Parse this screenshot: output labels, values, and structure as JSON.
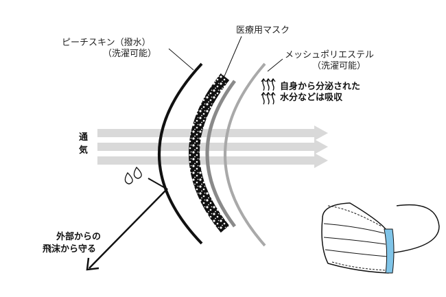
{
  "labels": {
    "peach_skin": {
      "line1": "ピーチスキン（撥水）",
      "line2": "（洗濯可能）"
    },
    "medical_mask": "医療用マスク",
    "mesh": {
      "line1": "メッシュポリエステル",
      "line2": "（洗濯可能）"
    },
    "absorb": {
      "line1": "自身から分泌された",
      "line2": "水分などは吸収"
    },
    "airflow": {
      "char1": "通",
      "char2": "気"
    },
    "protect": {
      "line1": "外部からの",
      "line2": "飛沫から守る"
    }
  },
  "colors": {
    "outer_layer": "#111111",
    "middle_layer": "#111111",
    "middle_layer_inner": "#888888",
    "inner_layer": "#aaaaaa",
    "airflow_arrow": "#d8d8d8",
    "mask_edge": "#7fc4e8"
  },
  "icons": [
    "water-drops-icon",
    "evaporation-arrows-icon",
    "mask-illustration-icon"
  ]
}
